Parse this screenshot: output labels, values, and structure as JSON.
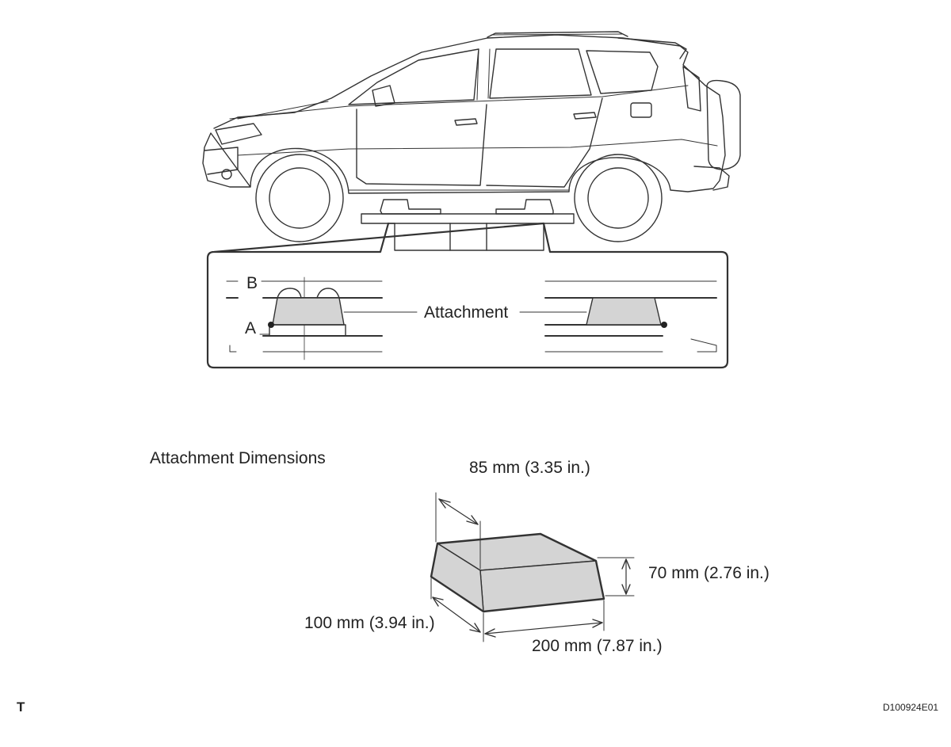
{
  "detail": {
    "label_b": "B",
    "label_a": "A",
    "attachment_label": "Attachment"
  },
  "dimensions": {
    "heading": "Attachment Dimensions",
    "top_width": "85 mm (3.35 in.)",
    "height": "70 mm (2.76 in.)",
    "depth": "100 mm (3.94 in.)",
    "length": "200 mm (7.87 in.)"
  },
  "footer": {
    "corner_mark": "T",
    "figure_id": "D100924E01"
  },
  "colors": {
    "line": "#333333",
    "fill": "#d4d4d4",
    "background": "#ffffff"
  }
}
